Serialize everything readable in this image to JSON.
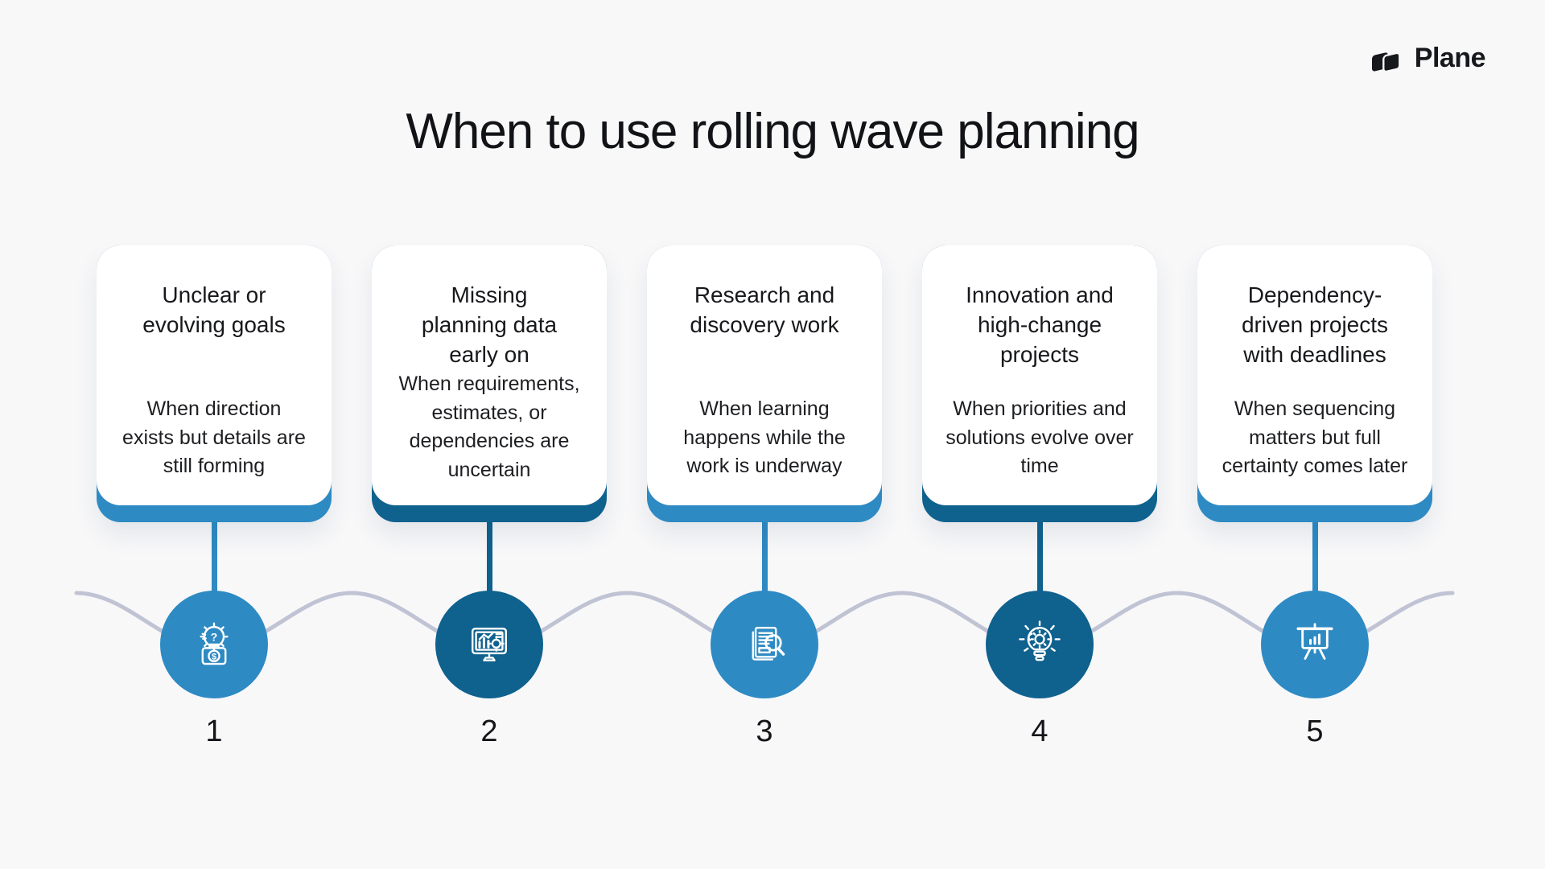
{
  "brand": {
    "name": "Plane",
    "logo_icon": "plane-logo-icon"
  },
  "title": "When to use rolling wave planning",
  "colors": {
    "background": "#f8f8f9",
    "card_background": "#ffffff",
    "accent_medium_blue": "#2e8ac3",
    "accent_dark_blue": "#0f618e",
    "wave_line": "#c0c3d4",
    "text": "#17181b"
  },
  "steps": [
    {
      "number": "1",
      "title": "Unclear or evolving goals",
      "description": "When direction exists but details are still forming",
      "accent": "#2e8ac3",
      "icon": "gear-question-briefcase-icon"
    },
    {
      "number": "2",
      "title": "Missing planning data early on",
      "description": "When requirements, estimates, or dependencies are uncertain",
      "accent": "#0f618e",
      "icon": "analytics-monitor-icon"
    },
    {
      "number": "3",
      "title": "Research and discovery work",
      "description": "When learning happens while the work is underway",
      "accent": "#2e8ac3",
      "icon": "document-magnifier-icon"
    },
    {
      "number": "4",
      "title": "Innovation and high-change projects",
      "description": "When priorities and solutions evolve over time",
      "accent": "#0f618e",
      "icon": "lightbulb-gear-icon"
    },
    {
      "number": "5",
      "title": "Dependency-driven projects with deadlines",
      "description": "When sequencing matters but full certainty comes later",
      "accent": "#2e8ac3",
      "icon": "presentation-chart-icon"
    }
  ]
}
